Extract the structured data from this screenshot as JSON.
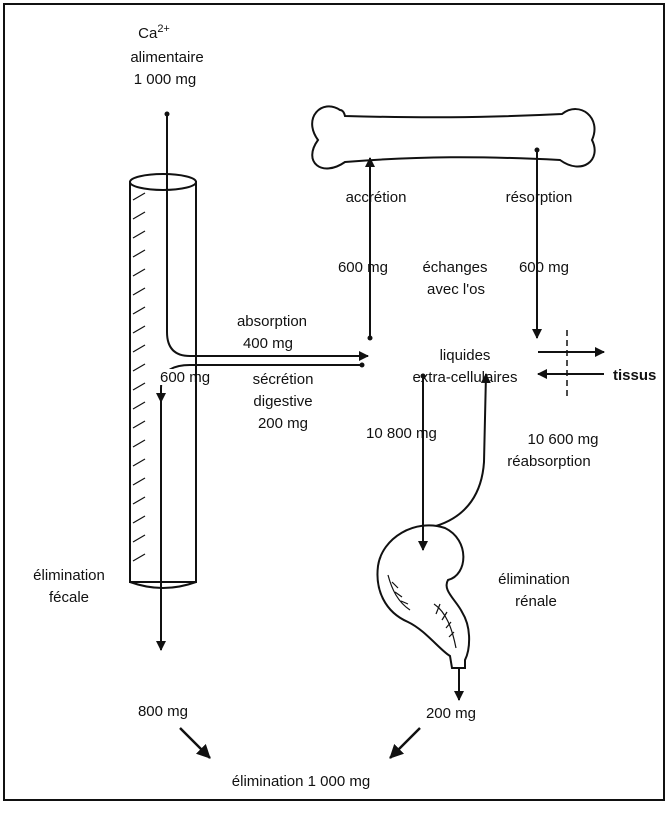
{
  "labels": {
    "ca_symbol": "Ca",
    "ca_superscript": "2+",
    "alimentaire": "alimentaire",
    "intake_amount": "1 000 mg",
    "accretion": "accrétion",
    "resorption": "résorption",
    "accretion_amount": "600 mg",
    "echanges": "échanges",
    "resorption_amount": "600 mg",
    "avec_os": "avec l'os",
    "absorption": "absorption",
    "absorption_amount": "400 mg",
    "liquides": "liquides",
    "extra_cellulaires": "extra-cellulaires",
    "tissus": "tissus",
    "intestine_amount": "600 mg",
    "secretion": "sécrétion",
    "digestive": "digestive",
    "secretion_amount": "200 mg",
    "filtration_amount": "10 800 mg",
    "reabsorption_amount": "10 600 mg",
    "reabsorption": "réabsorption",
    "elimination_fecale_1": "élimination",
    "elimination_fecale_2": "fécale",
    "elimination_renale_1": "élimination",
    "elimination_renale_2": "rénale",
    "fecal_amount": "800 mg",
    "urine_amount": "200 mg",
    "total_elimination": "élimination 1 000 mg"
  }
}
